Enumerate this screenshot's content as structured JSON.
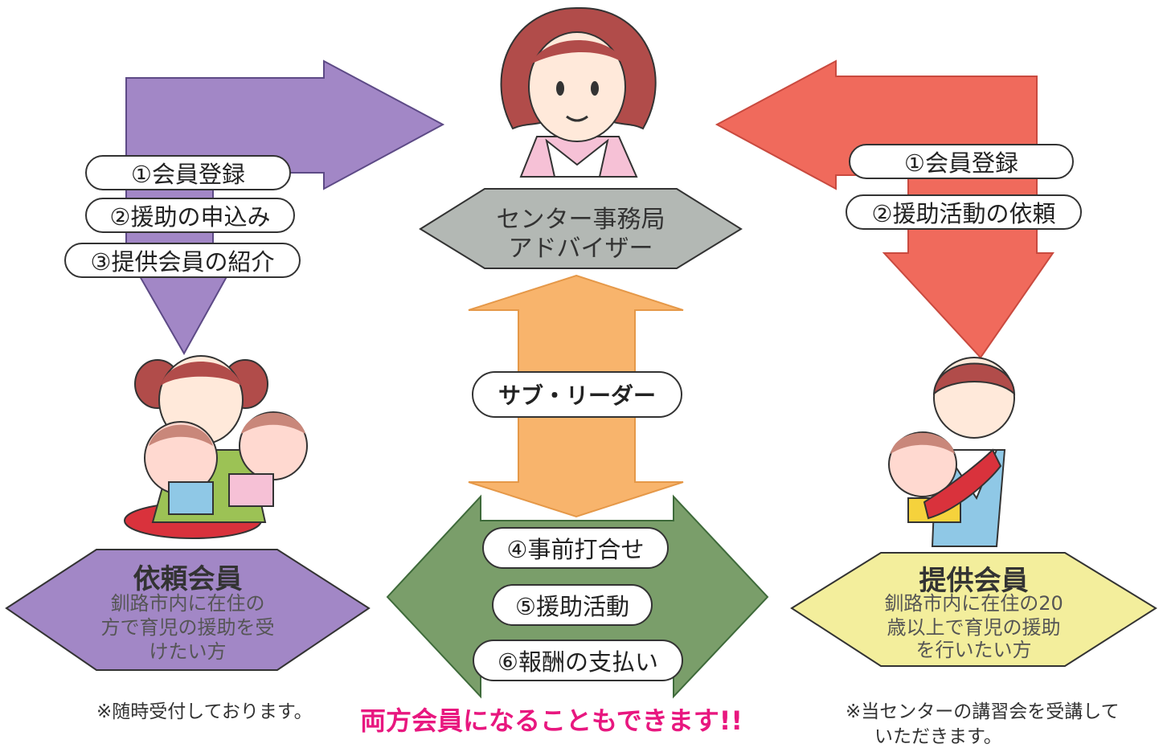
{
  "center": {
    "line1": "センター事務局",
    "line2": "アドバイザー"
  },
  "left_labels": [
    "①会員登録",
    "②援助の申込み",
    "③提供会員の紹介"
  ],
  "right_labels": [
    "①会員登録",
    "②援助活動の依頼"
  ],
  "sub_leader": "サブ・リーダー",
  "bottom_labels": [
    "④事前打合せ",
    "⑤援助活動",
    "⑥報酬の支払い"
  ],
  "requester": {
    "title": "依頼会員",
    "desc": [
      "釧路市内に在住の",
      "方で育児の援助を受",
      "けたい方"
    ]
  },
  "provider": {
    "title": "提供会員",
    "desc": [
      "釧路市内に在住の20",
      "歳以上で育児の援助",
      "を行いたい方"
    ]
  },
  "note_left": "※随時受付しております。",
  "note_center": "両方会員になることもできます!!",
  "note_right": [
    "※当センターの講習会を受講して",
    "いただきます。"
  ],
  "colors": {
    "purple": "#a287c6",
    "red": "#f06a5c",
    "orange": "#f8b46c",
    "green": "#7a9e6a",
    "gray": "#b3b8b4",
    "yellow": "#f3ee9c",
    "magenta": "#e8177f"
  }
}
